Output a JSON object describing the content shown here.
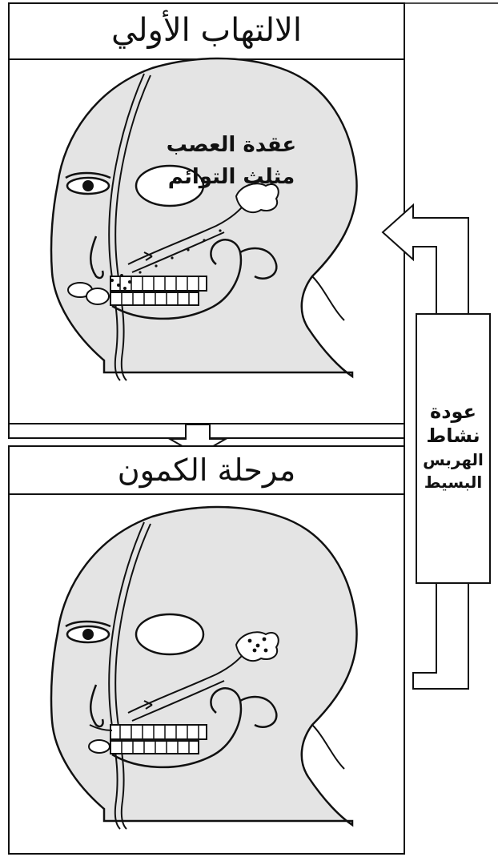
{
  "panels": {
    "top": {
      "title": "الالتهاب الأولي",
      "ganglion_line1": "عقدة العصب",
      "ganglion_line2": "مثلث التوائم"
    },
    "bottom": {
      "title": "مرحلة الكمون"
    }
  },
  "reactivation": {
    "line1": "عودة",
    "line2": "نشاط",
    "line3": "الهربس",
    "line4": "البسيط"
  },
  "colors": {
    "face_fill": "#e4e4e4",
    "line": "#111111",
    "background": "#ffffff"
  }
}
